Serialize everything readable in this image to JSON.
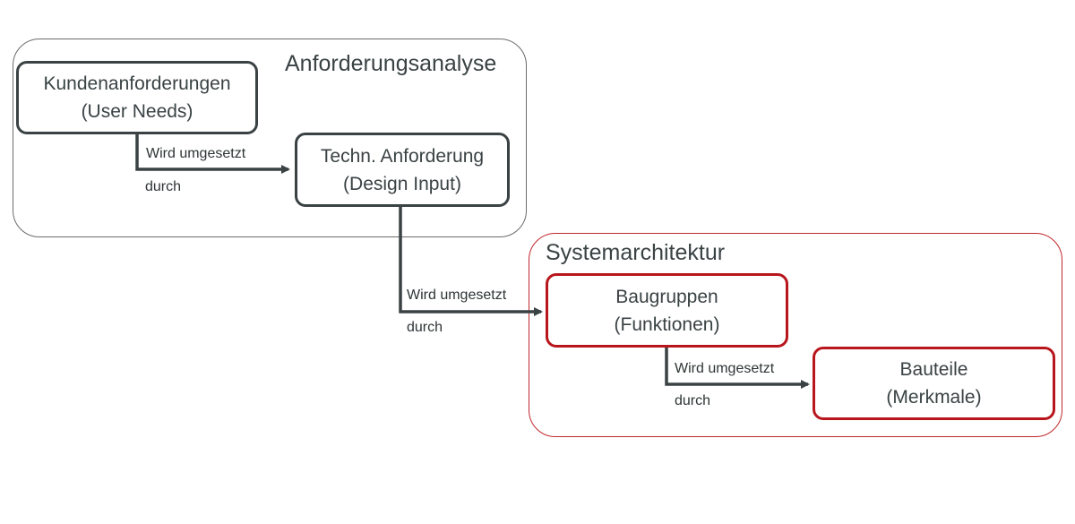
{
  "groups": {
    "requirements": {
      "title": "Anforderungsanalyse"
    },
    "architecture": {
      "title": "Systemarchitektur"
    }
  },
  "boxes": {
    "customer_requirements": {
      "line1": "Kundenanforderungen",
      "line2": "(User Needs)"
    },
    "technical_requirement": {
      "line1": "Techn. Anforderung",
      "line2": "(Design Input)"
    },
    "assemblies": {
      "line1": "Baugruppen",
      "line2": "(Funktionen)"
    },
    "components": {
      "line1": "Bauteile",
      "line2": "(Merkmale)"
    }
  },
  "connectors": [
    {
      "above": "Wird umgesetzt",
      "below": "durch"
    },
    {
      "above": "Wird umgesetzt",
      "below": "durch"
    },
    {
      "above": "Wird umgesetzt",
      "below": "durch"
    }
  ],
  "colors": {
    "dark": "#3a4244",
    "red": "#b8161c",
    "group_gray_border": "#6b6b6b",
    "group_red_border": "#c0282d"
  }
}
